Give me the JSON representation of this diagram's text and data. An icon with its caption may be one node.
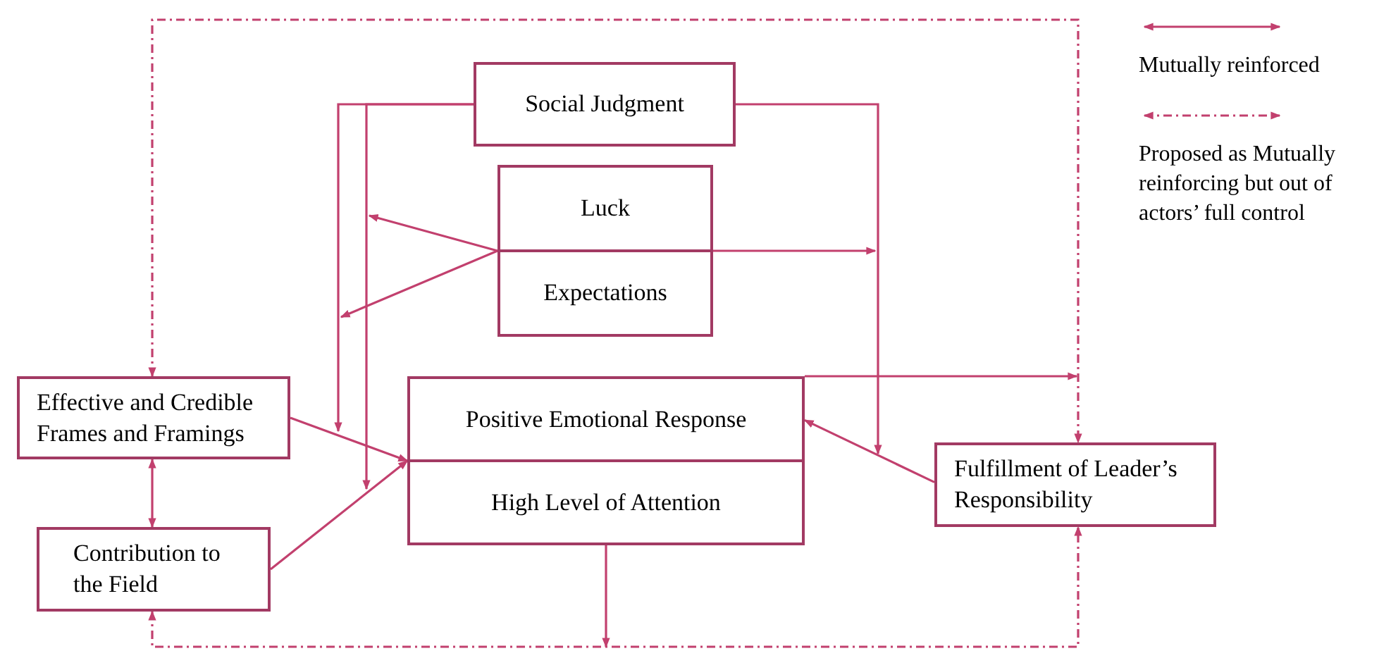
{
  "diagram": {
    "nodes": [
      {
        "text": [
          "Social Judgment"
        ]
      },
      {
        "text": [
          "Luck",
          "Expectations"
        ]
      },
      {
        "text": [
          "Positive Emotional Response",
          "High Level of Attention"
        ]
      },
      {
        "text": [
          "Effective and Credible Frames and Framings"
        ]
      },
      {
        "text": [
          "Contribution to the Field"
        ]
      },
      {
        "text": [
          "Fulfillment of Leader’s Responsibility"
        ]
      }
    ],
    "edges": [
      {
        "from": 0,
        "to": null,
        "arrow": "to"
      },
      {
        "from": 0,
        "to": null,
        "arrow": "to"
      },
      {
        "from": 0,
        "to": null,
        "arrow": "to"
      },
      {
        "from": 1,
        "to": null,
        "arrow": "to"
      },
      {
        "from": 1,
        "to": null,
        "arrow": "to"
      },
      {
        "from": 1,
        "to": null,
        "arrow": "to"
      },
      {
        "from": 3,
        "to": 2,
        "arrow": "to"
      },
      {
        "from": 4,
        "to": 2,
        "arrow": "to"
      },
      {
        "from": 3,
        "to": 4,
        "arrow": "both"
      },
      {
        "from": 5,
        "to": 2,
        "arrow": "to"
      },
      {
        "from": 2,
        "to": null,
        "arrow": "to"
      },
      {
        "from": 2,
        "to": null,
        "arrow": "to"
      },
      {
        "from": 3,
        "to": 5,
        "arrow": "both",
        "style": "dashed"
      },
      {
        "from": 4,
        "to": 5,
        "arrow": "both",
        "style": "dashed"
      }
    ],
    "legend": [
      {
        "text": "Mutually reinforced"
      },
      {
        "text": "Proposed as Mutually reinforcing but out of actors’ full control"
      }
    ]
  }
}
